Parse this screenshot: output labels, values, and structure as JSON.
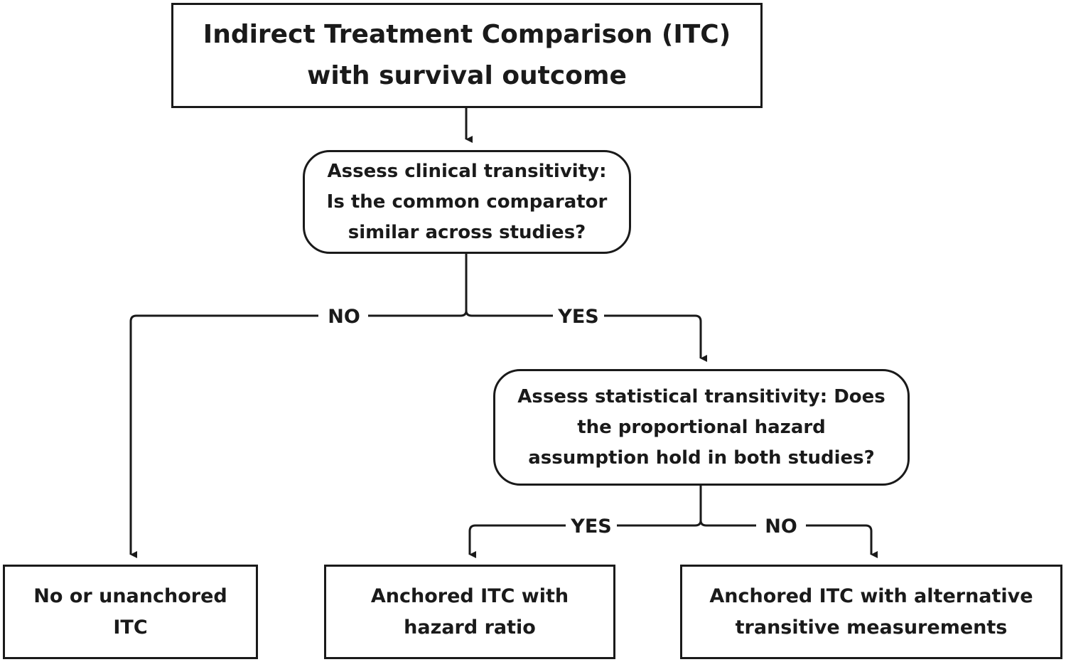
{
  "nodes": {
    "title": {
      "lines": [
        "Indirect Treatment Comparison (ITC)",
        "with survival outcome"
      ]
    },
    "clinical_question": {
      "lines": [
        "Assess clinical transitivity:",
        "Is the common comparator",
        "similar across studies?"
      ]
    },
    "statistical_question": {
      "lines": [
        "Assess statistical transitivity: Does",
        "the proportional hazard",
        "assumption hold in both studies?"
      ]
    },
    "outcome_unanchored": {
      "lines": [
        "No or unanchored",
        "ITC"
      ]
    },
    "outcome_hazard_ratio": {
      "lines": [
        "Anchored ITC with",
        "hazard ratio"
      ]
    },
    "outcome_alternative": {
      "lines": [
        "Anchored ITC with alternative",
        "transitive measurements"
      ]
    }
  },
  "edges": {
    "clinical_no": "NO",
    "clinical_yes": "YES",
    "statistical_yes": "YES",
    "statistical_no": "NO"
  },
  "colors": {
    "stroke": "#1a1a1a",
    "background": "#ffffff"
  }
}
